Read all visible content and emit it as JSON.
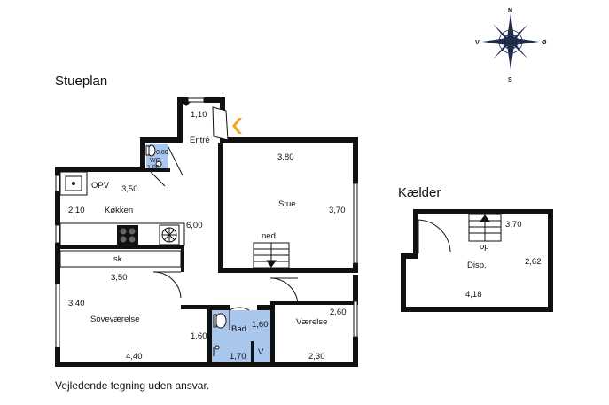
{
  "title": "Stueplan",
  "basement_title": "Kælder",
  "disclaimer": "Vejledende tegning uden ansvar.",
  "compass": {
    "north": "N",
    "south": "S",
    "east": "Ø",
    "west": "V"
  },
  "entrance_color": "#f5a623",
  "wet_room_color": "#a9c6ec",
  "rooms": {
    "entre": {
      "label": "Entré",
      "dim": "1,10"
    },
    "wc": {
      "label": "WC",
      "dim_a": "0,80",
      "dim_b": "1,00"
    },
    "stue": {
      "label": "Stue",
      "dim_w": "3,80",
      "dim_h": "3,70"
    },
    "stair": {
      "label": "ned"
    },
    "kokken": {
      "label": "Køkken",
      "dim_w": "3,50",
      "dim_h": "2,10",
      "opv": "OPV"
    },
    "hall": {
      "dim": "6,00"
    },
    "sk": {
      "label": "sk"
    },
    "sovevaerelse": {
      "label": "Soveværelse",
      "dim_w": "3,50",
      "dim_h": "3,40",
      "dim_b": "4,40"
    },
    "bad": {
      "label": "Bad",
      "dim_a": "1,60",
      "dim_b": "1,60",
      "dim_c": "1,70",
      "v": "V"
    },
    "vaerelse": {
      "label": "Værelse",
      "dim_h": "2,60",
      "dim_w": "2,30"
    },
    "kaelder": {
      "label": "Disp.",
      "stair": "op",
      "dim_a": "3,70",
      "dim_b": "2,62",
      "dim_c": "4,18"
    }
  }
}
